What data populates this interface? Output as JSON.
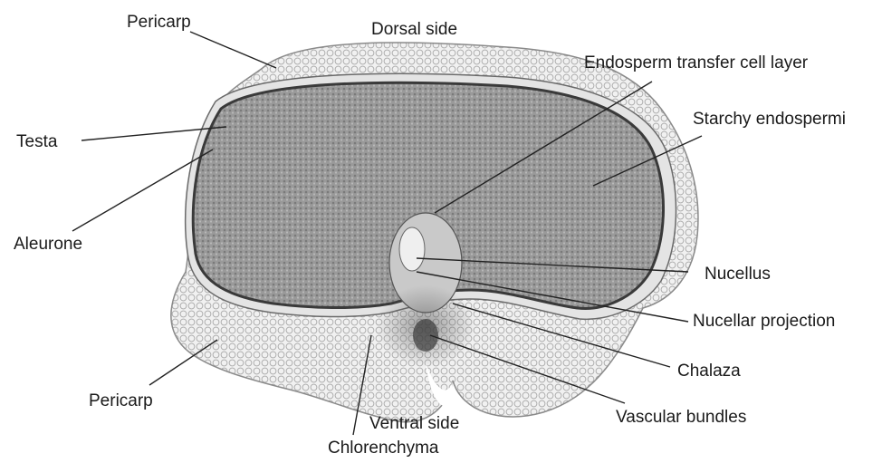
{
  "labels": {
    "pericarp_top": "Pericarp",
    "dorsal_side": "Dorsal side",
    "endosperm_transfer": "Endosperm transfer cell layer",
    "testa": "Testa",
    "starchy_endosperm": "Starchy endospermi",
    "aleurone": "Aleurone",
    "nucellus": "Nucellus",
    "nucellar_projection": "Nucellar projection",
    "chalaza": "Chalaza",
    "pericarp_bottom": "Pericarp",
    "ventral_side": "Ventral side",
    "vascular_bundles": "Vascular bundles",
    "chlorenchyma": "Chlorenchyma"
  }
}
